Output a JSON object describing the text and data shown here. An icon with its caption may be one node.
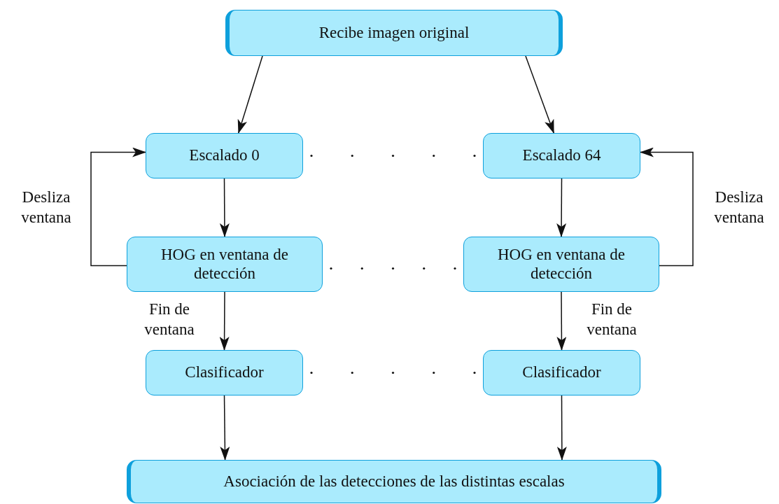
{
  "diagram": {
    "nodes": [
      {
        "text": [
          "Recibe imagen original"
        ]
      },
      {
        "text": [
          "Escalado 0"
        ]
      },
      {
        "text": [
          "Escalado 64"
        ]
      },
      {
        "text": [
          "HOG en ventana de detección"
        ]
      },
      {
        "text": [
          "HOG en ventana de detección"
        ]
      },
      {
        "text": [
          "Clasificador"
        ]
      },
      {
        "text": [
          "Clasificador"
        ]
      },
      {
        "text": [
          "Asociación de las detecciones de las distintas escalas"
        ]
      }
    ],
    "edges": [
      {
        "from": 0,
        "to": 1,
        "arrow": "to"
      },
      {
        "from": 0,
        "to": 2,
        "arrow": "to"
      },
      {
        "from": 1,
        "to": 3,
        "arrow": "to"
      },
      {
        "from": 2,
        "to": 4,
        "arrow": "to"
      },
      {
        "from": 3,
        "to": 1,
        "arrow": "to",
        "label": "Desliza ventana"
      },
      {
        "from": 4,
        "to": 2,
        "arrow": "to",
        "label": "Desliza ventana"
      },
      {
        "from": 3,
        "to": 5,
        "arrow": "to",
        "label": "Fin de ventana"
      },
      {
        "from": 4,
        "to": 6,
        "arrow": "to",
        "label": "Fin de ventana"
      },
      {
        "from": 5,
        "to": 7,
        "arrow": "to"
      },
      {
        "from": 6,
        "to": 7,
        "arrow": "to"
      }
    ]
  }
}
